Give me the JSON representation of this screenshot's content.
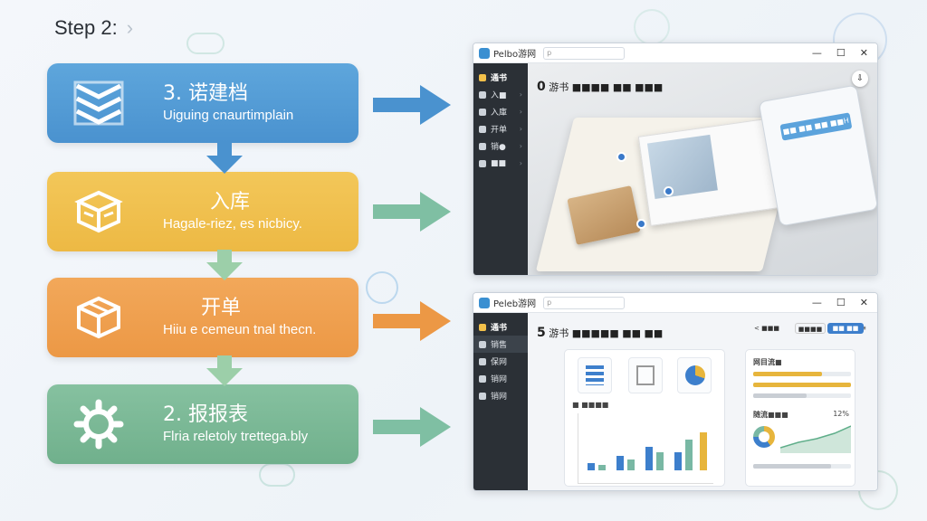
{
  "header": {
    "title": "Step 2:"
  },
  "flow": [
    {
      "title": "3. 诺建档",
      "subtitle": "Uiguing cnaurtimplain",
      "color": "#5ea6dc"
    },
    {
      "title": "入库",
      "subtitle": "Hagale-riez, es nicbicy.",
      "color": "#f3c759"
    },
    {
      "title": "开单",
      "subtitle": "Hiiu e cemeun tnal thecn.",
      "color": "#f2a85a"
    },
    {
      "title": "2. 报报表",
      "subtitle": "Flria reletoly trettega.bly",
      "color": "#86c1a0"
    }
  ],
  "window1": {
    "app_title": "Pelbo游网",
    "addr": "p",
    "sidebar": [
      {
        "label": "通书"
      },
      {
        "label": "入■"
      },
      {
        "label": "入庫"
      },
      {
        "label": "开单"
      },
      {
        "label": "销●"
      },
      {
        "label": "■■"
      }
    ],
    "scene_title_num": "0",
    "scene_title_text": "游书 ■■■■  ■■  ■■■",
    "tablet_button": "■■ ■■ ■■ ■■H",
    "round_icon": "⇩"
  },
  "window2": {
    "app_title": "Peleb游网",
    "addr": "p",
    "sidebar": [
      {
        "label": "通书"
      },
      {
        "label": "销售"
      },
      {
        "label": "保网"
      },
      {
        "label": "销网"
      },
      {
        "label": "销网"
      }
    ],
    "dash_title_num": "5",
    "dash_title_text": "游书 ■■■■■  ■■  ■■",
    "panel_left_label": "■ ■■■■",
    "panel_right_tabs": [
      "< ■■■",
      "■■■■",
      "■■ ■■"
    ],
    "panel_right_heading1": "网目流■",
    "panel_right_heading2": "随流■■■",
    "panel_right_pct": "12%"
  },
  "colors": {
    "blue": "#4a92cf",
    "yellow": "#edb944",
    "orange": "#ec9845",
    "green": "#70b08c",
    "sidebar": "#2b3036"
  }
}
